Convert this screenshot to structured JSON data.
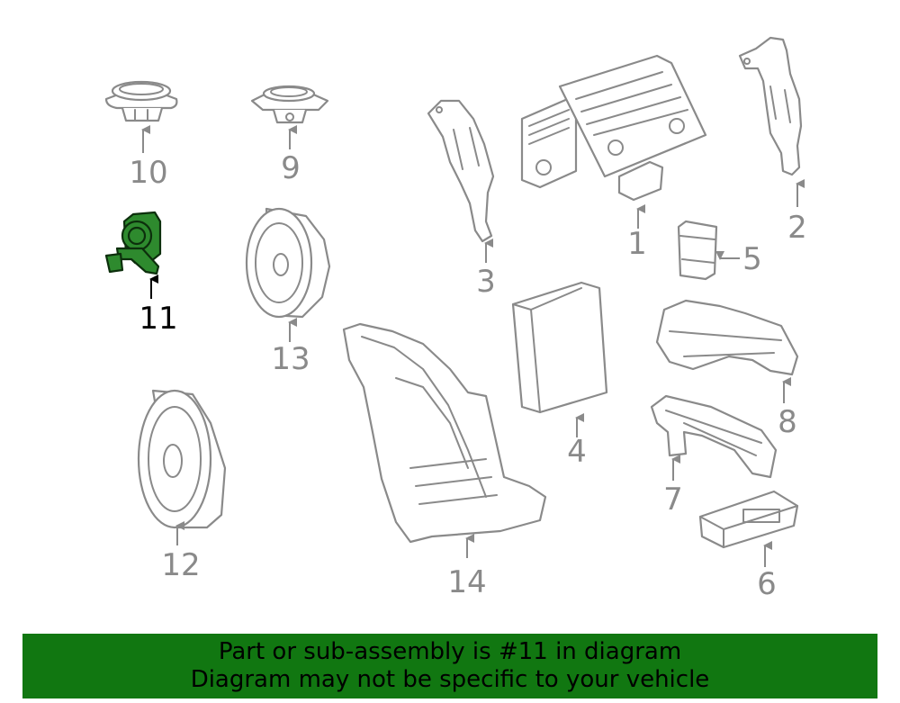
{
  "callouts": {
    "c1": "1",
    "c2": "2",
    "c3": "3",
    "c4": "4",
    "c5": "5",
    "c6": "6",
    "c7": "7",
    "c8": "8",
    "c9": "9",
    "c10": "10",
    "c11": "11",
    "c12": "12",
    "c13": "13",
    "c14": "14"
  },
  "highlight": {
    "part": "11",
    "color": "#2e8a2e"
  },
  "banner": {
    "line1": "Part or sub-assembly is #11 in diagram",
    "line2": "Diagram may not be specific to your vehicle",
    "background": "#117711"
  }
}
